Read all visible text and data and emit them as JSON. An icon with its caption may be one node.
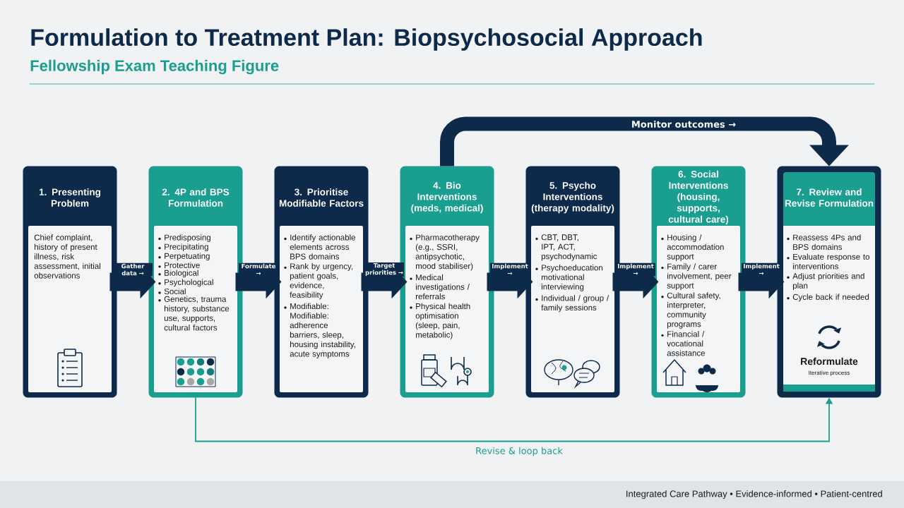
{
  "diagram": {
    "title": "Formulation to Treatment Plan: Biopsychosocial Approach",
    "nodes": [
      {
        "text": [
          "1. Presenting Problem",
          "Chief complaint, history of present illness, risk assessment, initial observations"
        ]
      },
      {
        "text": [
          "2. 4P and BPS Formulation",
          "Predisposing",
          "Precipitating",
          "Perpetuating",
          "Protective",
          "Biological",
          "Psychological",
          "Social",
          "Genetics, trauma history, substance use, supports, cultural factors"
        ]
      },
      {
        "text": [
          "3. Prioritise Modifiable Factors",
          "Identify actionable elements across BPS domains",
          "Rank by urgency, patient goals, evidence, feasibility",
          "Modifiable: Modifiable: adherence barriers, sleep, housing instability, acute symptoms"
        ]
      },
      {
        "text": [
          "4. Bio Interventions (meds, medical)",
          "Pharmacotherapy (e.g., SSRI, antipsychotic, mood stabiliser)",
          "Medical investigations / referrals",
          "Physical health optimisation (sleep, pain, metabolic)"
        ]
      },
      {
        "text": [
          "5. Psycho Interventions (therapy modality)",
          "CBT, DBT, IPT, ACT, psychodynamic",
          "Psychoeducation motivational interviewing",
          "Individual / group / family sessions"
        ]
      },
      {
        "text": [
          "6. Social Interventions (housing, supports, cultural care)",
          "Housing / accommodation support",
          "Family / carer involvement, peer support",
          "Cultural safety, interpreter, community programs",
          "Financial / vocational assistance"
        ]
      },
      {
        "text": [
          "7. Review and Revise Formulation",
          "Reassess 4Ps and BPS domains",
          "Evaluate response to interventions",
          "Adjust priorities and plan",
          "Cycle back if needed",
          "Reformulate",
          "Iterative process"
        ]
      }
    ],
    "edges": [
      {
        "from": 0,
        "to": 1,
        "arrow": "to",
        "label": "Gather data →"
      },
      {
        "from": 1,
        "to": 2,
        "arrow": "to",
        "label": "Formulate →"
      },
      {
        "from": 2,
        "to": 3,
        "arrow": "to",
        "label": "Target priorities →"
      },
      {
        "from": 3,
        "to": 4,
        "arrow": "to",
        "label": "Implement →"
      },
      {
        "from": 4,
        "to": 5,
        "arrow": "to",
        "label": "Implement →"
      },
      {
        "from": 5,
        "to": 6,
        "arrow": "to",
        "label": "Implement →"
      },
      {
        "from": 3,
        "to": 6,
        "arrow": "to",
        "label": "Monitor outcomes →"
      },
      {
        "from": 1,
        "to": 6,
        "arrow": "to",
        "label": "Revise & loop back",
        "color": "#1a9e8f"
      }
    ],
    "labels": [
      "Fellowship Exam Teaching Figure",
      "Integrated Care Pathway • Evidence-informed • Patient-centred"
    ]
  }
}
